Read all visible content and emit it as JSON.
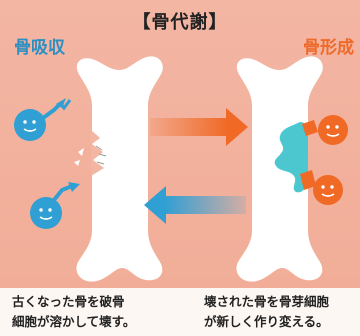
{
  "title": "【骨代謝】",
  "left_label": "骨吸収",
  "right_label": "骨形成",
  "caption_left": "古くなった骨を破骨\n細胞が溶かして壊す。",
  "caption_right": "壊された骨を骨芽細胞\nが新しく作り変える。",
  "colors": {
    "background": "#f4b8a6",
    "bone": "#ffffff",
    "osteoclast": "#2f9fd4",
    "osteoblast": "#f06a26",
    "new_bone": "#4cc7cf",
    "arrow_right": "#f06a26",
    "arrow_left": "#2f9fd4"
  },
  "icons": [
    "bone",
    "osteoclast-cell",
    "osteoblast-cell",
    "arrow-right",
    "arrow-left"
  ]
}
